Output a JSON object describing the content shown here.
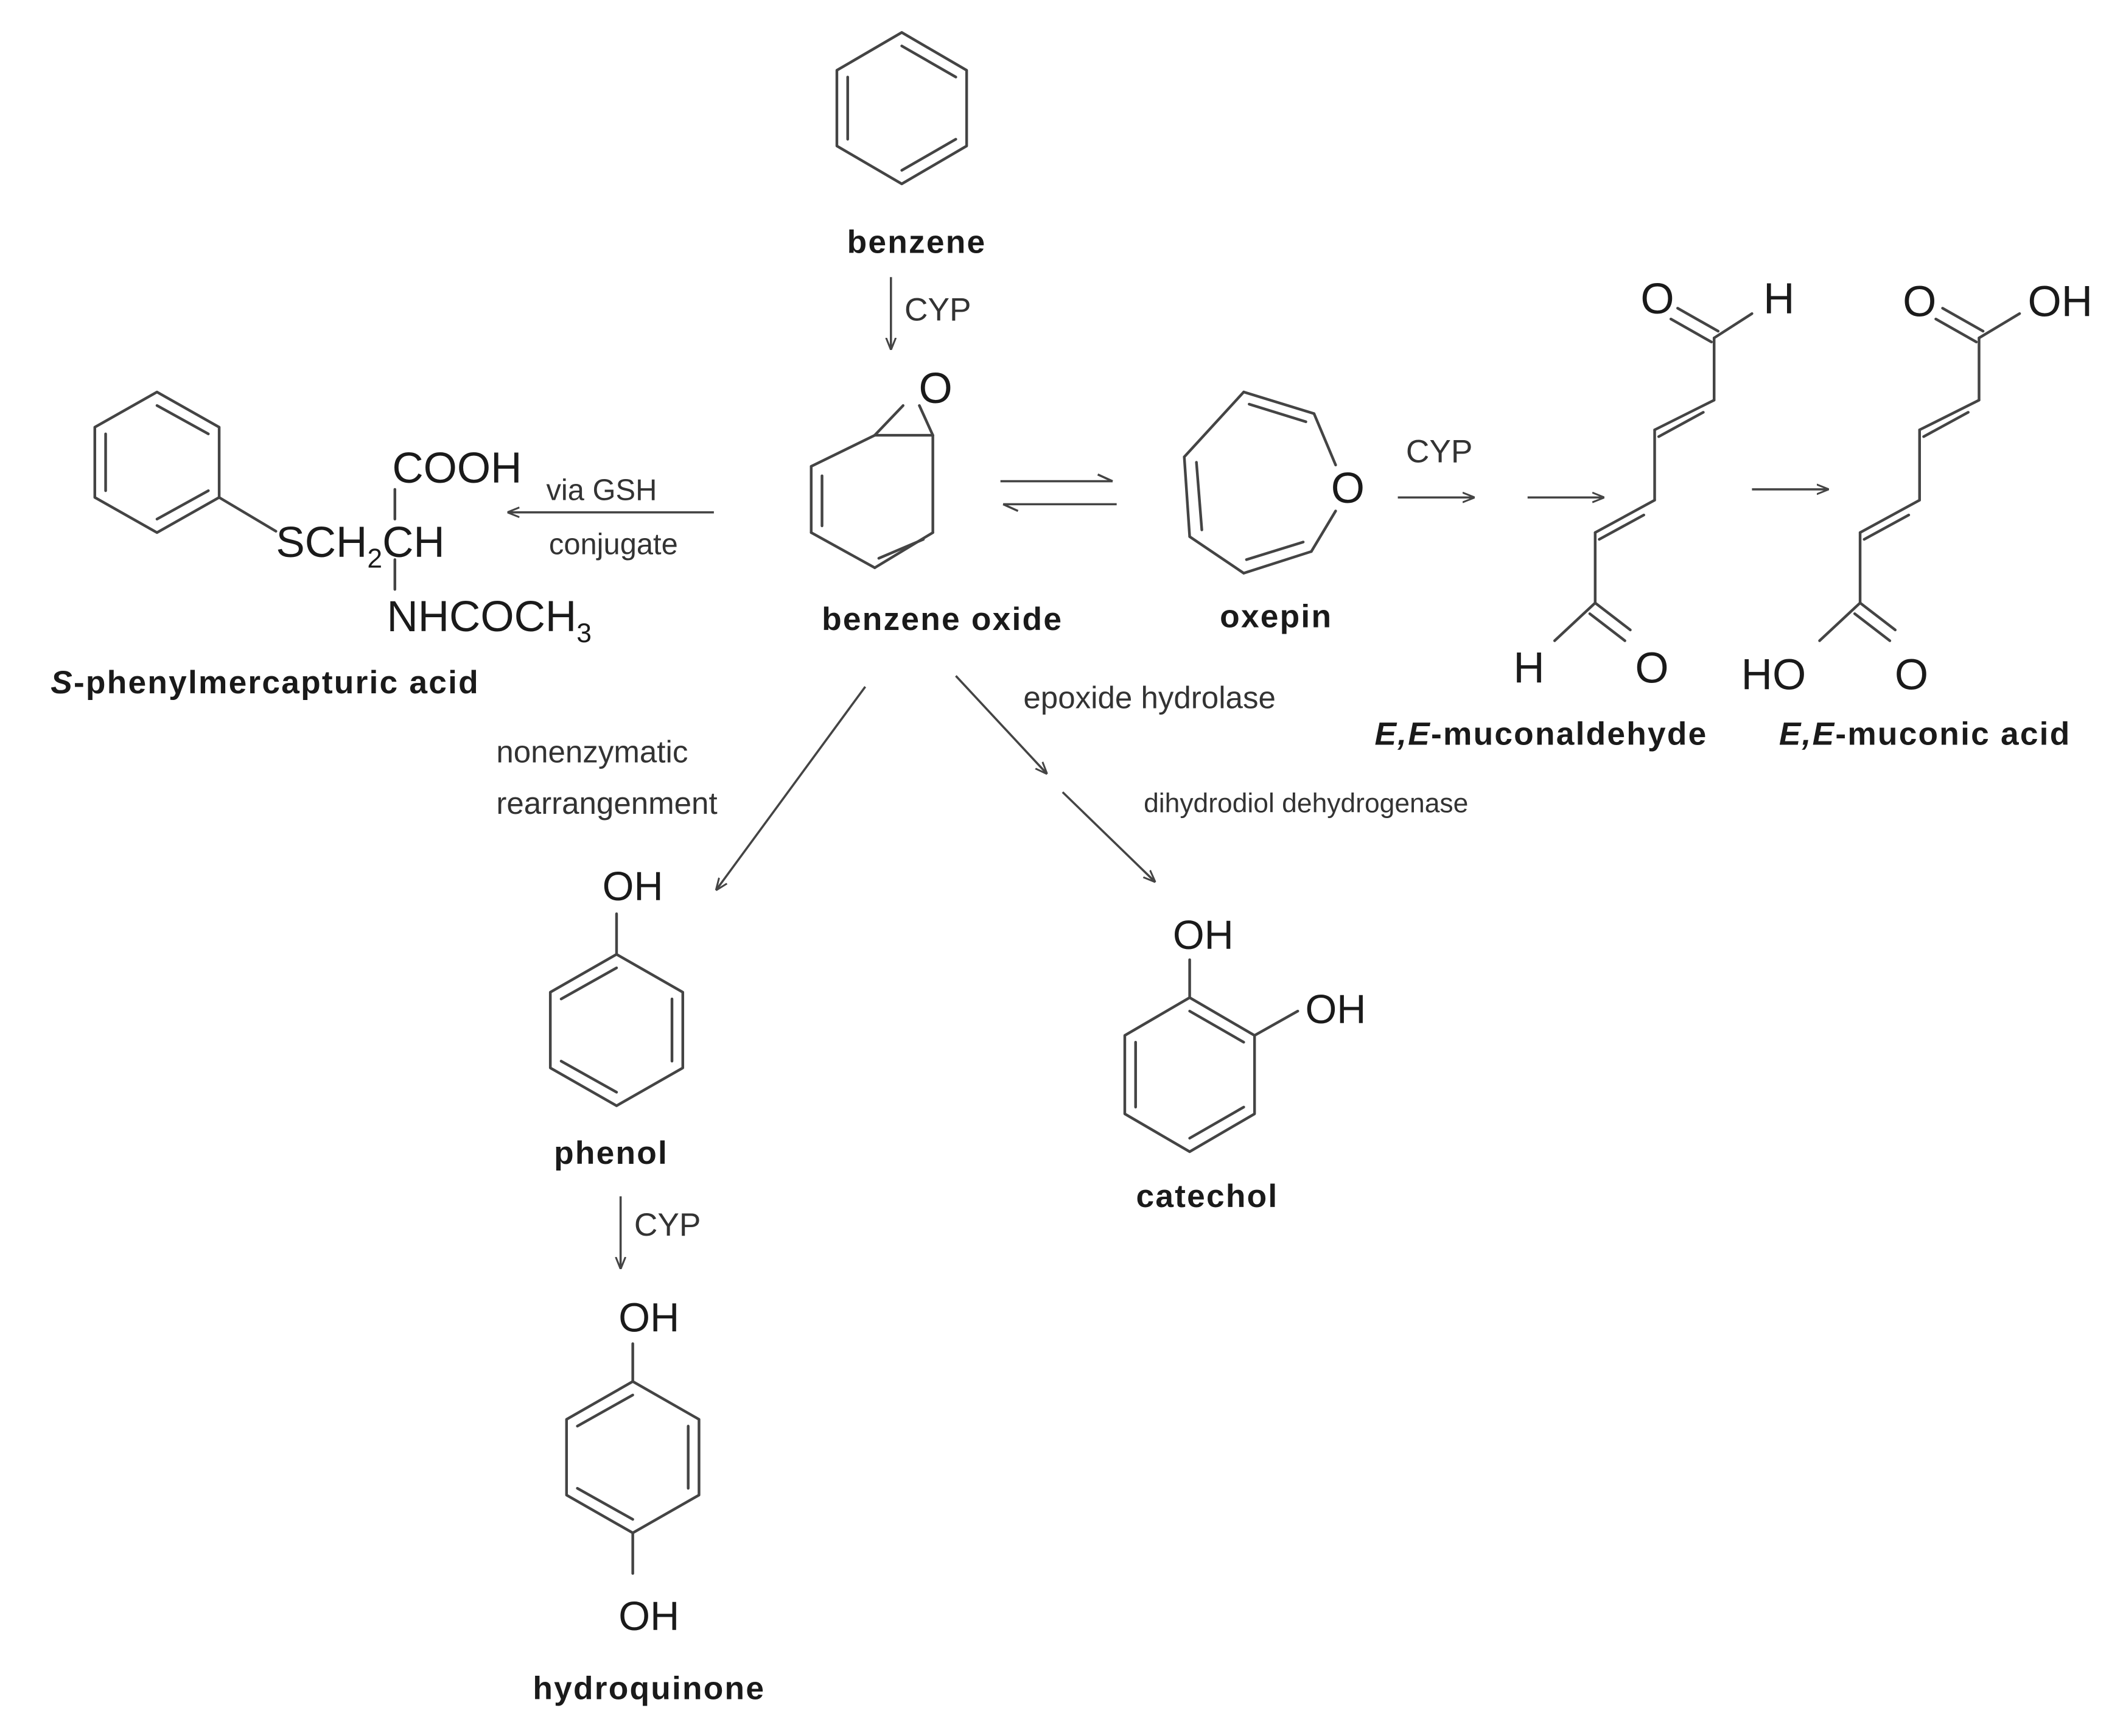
{
  "compounds": {
    "benzene": "benzene",
    "benzene_oxide": "benzene oxide",
    "oxepin": "oxepin",
    "muconaldehyde_prefix": "E,E",
    "muconaldehyde_rest": "-muconaldehyde",
    "muconic_prefix": "E,E",
    "muconic_rest": "-muconic acid",
    "spma_prefix": "S",
    "spma_rest": "-phenylmercapturic acid",
    "phenol": "phenol",
    "catechol": "catechol",
    "hydroquinone": "hydroquinone"
  },
  "conditions": {
    "cyp_top": "CYP",
    "cyp_oxepin": "CYP",
    "cyp_phenol": "CYP",
    "via_gsh": "via GSH",
    "conjugate": "conjugate",
    "nonenzymatic": "nonenzymatic",
    "rearrangement": "rearrangenment",
    "epoxide_hydrolase": "epoxide hydrolase",
    "dihydrodiol": "dihydrodiol dehydrogenase"
  },
  "atoms": {
    "epoxide_o": "O",
    "oxepin_o": "O",
    "ald_top_o": "O",
    "ald_top_h": "H",
    "ald_bot_h": "H",
    "ald_bot_o": "O",
    "acid_top_o": "O",
    "acid_top_oh": "OH",
    "acid_bot_ho": "HO",
    "acid_bot_o": "O",
    "cooh": "COOH",
    "sch2_a": "SCH",
    "sch2_sub": "2",
    "sch2_b": "CH",
    "nhcoch_a": "NHCOCH",
    "nhcoch_sub": "3",
    "phenol_oh": "OH",
    "catechol_oh1": "OH",
    "catechol_oh2": "OH",
    "hq_oh_top": "OH",
    "hq_oh_bot": "OH"
  }
}
